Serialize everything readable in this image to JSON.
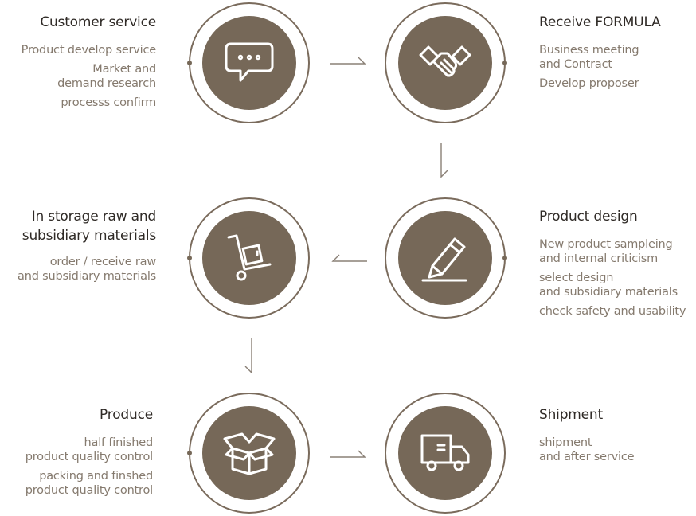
{
  "steps": [
    {
      "title": "Customer service",
      "icon": "speech-bubble-icon",
      "lines": [
        "Product develop service",
        "Market and\ndemand research",
        "processs confirm"
      ]
    },
    {
      "title": "Receive FORMULA",
      "icon": "handshake-icon",
      "lines": [
        "Business meeting\nand Contract",
        "Develop proposer"
      ]
    },
    {
      "title": "Product design",
      "icon": "pencil-icon",
      "lines": [
        "New product sampleing\nand internal criticism",
        "select design\nand subsidiary materials",
        "check safety and usability"
      ]
    },
    {
      "title": "In storage raw and\nsubsidiary materials",
      "icon": "hand-truck-icon",
      "lines": [
        "order / receive raw\nand subsidiary materials"
      ]
    },
    {
      "title": "Produce",
      "icon": "open-box-icon",
      "lines": [
        "half finished\nproduct quality control",
        "packing and finshed\nproduct quality control"
      ]
    },
    {
      "title": "Shipment",
      "icon": "delivery-truck-icon",
      "lines": [
        "shipment\nand after service"
      ]
    }
  ],
  "colors": {
    "circle_fill": "#766858",
    "circle_ring": "#7a6b5c",
    "title_text": "#2f2a26",
    "body_text": "#857a6e",
    "arrow": "#8a8076"
  }
}
